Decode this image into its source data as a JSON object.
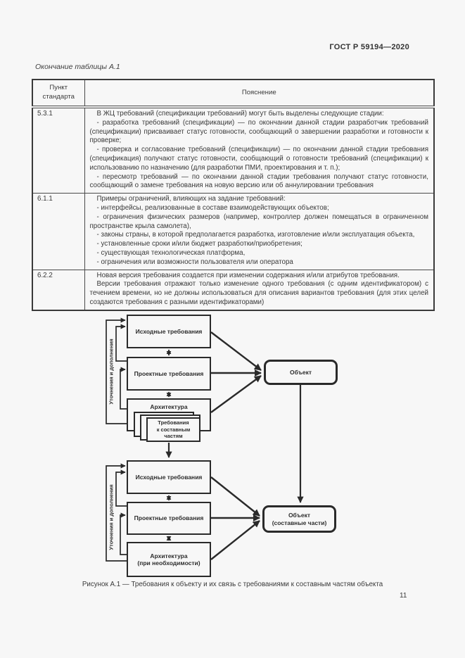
{
  "page": {
    "header": "ГОСТ Р 59194—2020",
    "table_continuation": "Окончание таблицы А.1",
    "page_number": "11"
  },
  "table": {
    "col1_header": "Пункт\nстандарта",
    "col2_header": "Пояснение",
    "rows": [
      {
        "clause": "5.3.1",
        "paragraphs": [
          "В ЖЦ требований (спецификации требований) могут быть выделены следующие стадии:",
          "- разработка требований (спецификации) — по окончании данной стадии разработчик требований (спецификации) присваивает статус готовности, сообщающий о завершении разработки и готовности к проверке;",
          "- проверка и согласование требований (спецификации) — по окончании данной стадии требования (спецификация) получают статус готовности, сообщающий о готовности требований (спецификации) к использованию по назначению (для разработки ПМИ, проектирования и т. п.);",
          "- пересмотр требований — по окончании данной стадии требования получают статус готовности, сообщающий о замене требования на новую версию или об аннулировании требования"
        ]
      },
      {
        "clause": "6.1.1",
        "paragraphs": [
          "Примеры ограничений, влияющих на задание требований:",
          "- интерфейсы, реализованные в составе взаимодействующих объектов;",
          "- ограничения физических размеров (например, контроллер должен помещаться в ограниченном пространстве крыла самолета),",
          "- законы страны, в которой предполагается разработка, изготовление и/или эксплуатация объекта,",
          "- установленные сроки и/или бюджет разработки/приобретения;",
          "- существующая технологическая платформа,",
          "- ограничения или возможности пользователя или оператора"
        ]
      },
      {
        "clause": "6.2.2",
        "paragraphs": [
          "Новая версия требования создается при изменении содержания и/или атрибутов требования.",
          "Версии требования отражают только изменение одного требования (с одним идентификатором) с течением времени, но не должны использоваться для описания вариантов требования (для этих целей создаются требования с разными идентификаторами)"
        ]
      }
    ]
  },
  "figure": {
    "caption": "Рисунок А.1 — Требования к объекту и их связь с требованиями к составным частям объекта",
    "side_label": "Уточнения и дополнения",
    "upper": {
      "box1": "Исходные требования",
      "box2": "Проектные требования",
      "box3": "Архитектура",
      "stack": "Требования\nк составным\nчастям",
      "target": "Объект"
    },
    "lower": {
      "box1": "Исходные требования",
      "box2": "Проектные требования",
      "box3": "Архитектура\n(при необходимости)",
      "target": "Объект\n(составные части)"
    }
  }
}
